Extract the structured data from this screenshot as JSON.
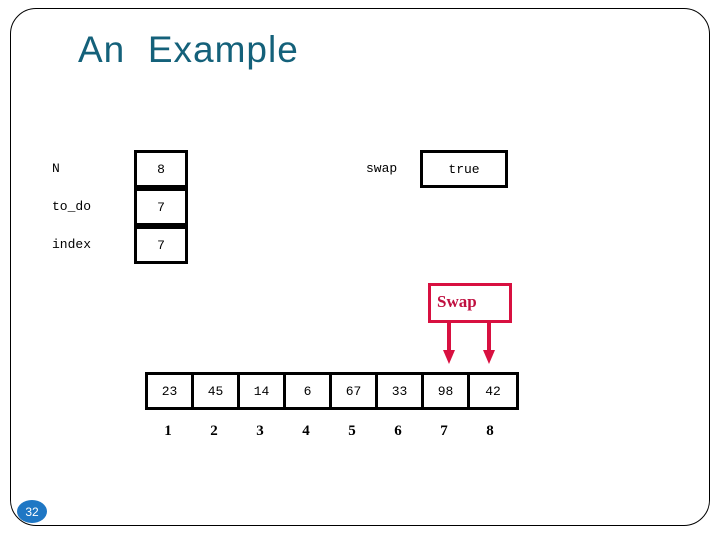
{
  "slide": {
    "title": "An  Example",
    "page_number": "32",
    "title_color": "#14617a",
    "accent_color": "#d81040",
    "badge_color": "#1f77c4"
  },
  "variables": [
    {
      "label": "N",
      "value": "8"
    },
    {
      "label": "to_do",
      "value": "7"
    },
    {
      "label": "index",
      "value": "7"
    }
  ],
  "swap_flag": {
    "label": "swap",
    "value": "true"
  },
  "callout": {
    "label": "Swap",
    "targets": [
      7,
      8
    ]
  },
  "array": {
    "values": [
      "23",
      "45",
      "14",
      "6",
      "67",
      "33",
      "98",
      "42"
    ],
    "indices": [
      "1",
      "2",
      "3",
      "4",
      "5",
      "6",
      "7",
      "8"
    ]
  }
}
